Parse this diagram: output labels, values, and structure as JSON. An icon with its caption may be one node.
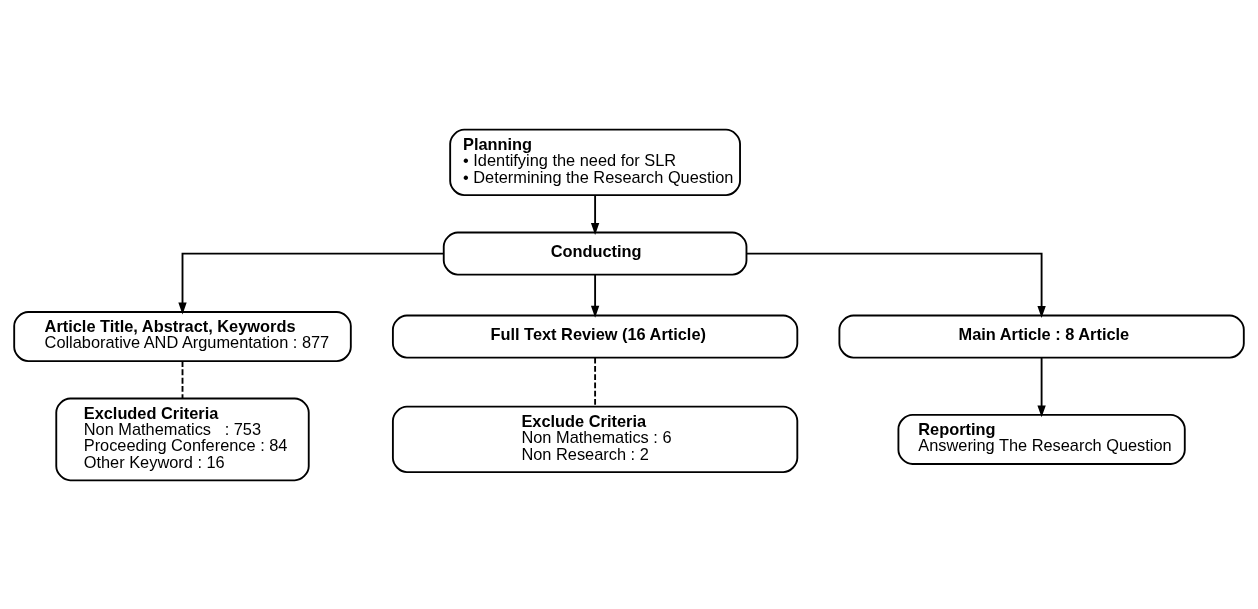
{
  "diagram": {
    "nodes": [
      {
        "text": [
          "Planning",
          "• Identifying the need for SLR",
          "• Determining the Research Question"
        ]
      },
      {
        "text": [
          "Conducting"
        ]
      },
      {
        "text": [
          "Article Title, Abstract, Keywords",
          "Collaborative AND Argumentation : 877"
        ]
      },
      {
        "text": [
          "Excluded Criteria",
          "Non Mathematics   : 753",
          "Proceeding Conference : 84",
          "Other Keyword : 16"
        ]
      },
      {
        "text": [
          "Full Text Review (16 Article)"
        ]
      },
      {
        "text": [
          "Exclude Criteria",
          "Non Mathematics : 6",
          "Non Research : 2"
        ]
      },
      {
        "text": [
          "Main Article : 8 Article"
        ]
      },
      {
        "text": [
          "Reporting",
          "Answering The Research Question"
        ]
      }
    ],
    "edges": [
      {
        "from": 0,
        "to": 1,
        "arrow": "to"
      },
      {
        "from": 1,
        "to": 2,
        "arrow": "to"
      },
      {
        "from": 2,
        "to": 3,
        "arrow": "none",
        "style": "dashed"
      },
      {
        "from": 1,
        "to": 4,
        "arrow": "to"
      },
      {
        "from": 4,
        "to": 5,
        "arrow": "none",
        "style": "dashed"
      },
      {
        "from": 1,
        "to": 6,
        "arrow": "to"
      },
      {
        "from": 6,
        "to": 7,
        "arrow": "to"
      }
    ]
  }
}
